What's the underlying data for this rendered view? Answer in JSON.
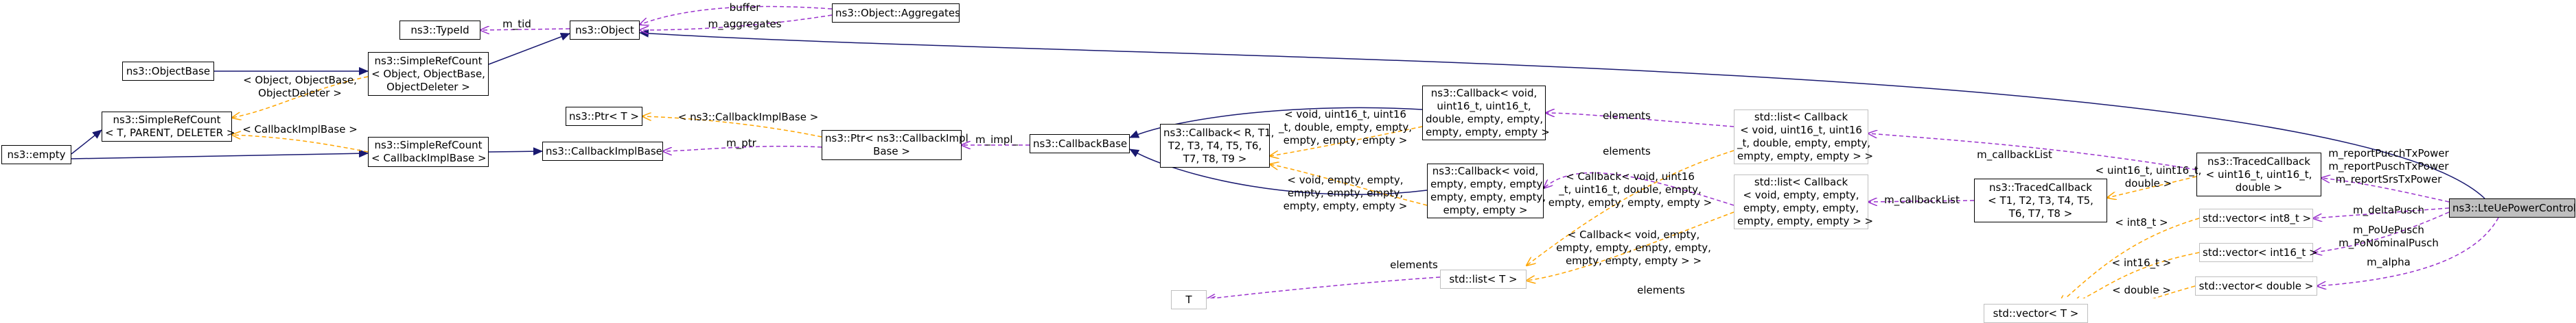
{
  "colors": {
    "inheritance": "#191970",
    "usage": "#9a32cd",
    "template": "#ffa500",
    "node_border": "#000000",
    "node_border_external": "#bfbfbf",
    "focus_fill": "#bfbfbf"
  },
  "nodes": {
    "TypeId": [
      "ns3::TypeId"
    ],
    "Object": [
      "ns3::Object"
    ],
    "Aggregates": [
      "ns3::Object::Aggregates"
    ],
    "ObjectBase": [
      "ns3::ObjectBase"
    ],
    "SRC_Object": [
      "ns3::SimpleRefCount",
      "< Object, ObjectBase,",
      "ObjectDeleter >"
    ],
    "empty": [
      "ns3::empty"
    ],
    "SRC_T": [
      "ns3::SimpleRefCount",
      "< T, PARENT, DELETER >"
    ],
    "SRC_CBImpl": [
      "ns3::SimpleRefCount",
      "< CallbackImplBase >"
    ],
    "CBImplBase": [
      "ns3::CallbackImplBase"
    ],
    "PtrT": [
      "ns3::Ptr< T >"
    ],
    "PtrCBImpl": [
      "ns3::Ptr< ns3::CallbackImpl",
      "Base >"
    ],
    "CallbackBase": [
      "ns3::CallbackBase"
    ],
    "CallbackTemplate": [
      "ns3::Callback< R, T1,",
      "T2, T3, T4, T5, T6,",
      "T7, T8, T9 >"
    ],
    "CB_double": [
      "ns3::Callback< void,",
      "uint16_t, uint16_t,",
      "double, empty, empty,",
      "empty, empty, empty >"
    ],
    "CB_void": [
      "ns3::Callback< void,",
      "empty, empty, empty,",
      "empty, empty, empty,",
      "empty, empty >"
    ],
    "T": [
      "T"
    ],
    "StdListT": [
      "std::list< T >"
    ],
    "ListCB_double": [
      "std::list< Callback",
      "< void, uint16_t, uint16",
      "_t, double, empty, empty,",
      "empty, empty, empty > >"
    ],
    "ListCB_void": [
      "std::list< Callback",
      "< void, empty, empty,",
      "empty, empty, empty,",
      "empty, empty, empty > >"
    ],
    "TracedCBTemplate": [
      "ns3::TracedCallback",
      "< T1, T2, T3, T4, T5,",
      "T6, T7, T8 >"
    ],
    "TracedCB": [
      "ns3::TracedCallback",
      "< uint16_t, uint16_t,",
      "double >"
    ],
    "StdVectorT": [
      "std::vector< T >"
    ],
    "VecInt8": [
      "std::vector< int8_t >"
    ],
    "VecInt16": [
      "std::vector< int16_t >"
    ],
    "VecDouble": [
      "std::vector< double >"
    ],
    "LtePower": [
      "ns3::LteUePowerControl"
    ]
  },
  "edge_labels": {
    "m_tid": [
      "m_tid"
    ],
    "buffer": [
      "buffer"
    ],
    "m_aggregates": [
      "m_aggregates"
    ],
    "tmpl_object": [
      "< Object, ObjectBase,",
      "ObjectDeleter >"
    ],
    "tmpl_cbimplbase": [
      "< CallbackImplBase >"
    ],
    "tmpl_ptr": [
      "< ns3::CallbackImplBase >"
    ],
    "m_ptr": [
      "m_ptr"
    ],
    "m_impl": [
      "m_impl_"
    ],
    "tmpl_cb_double": [
      "< void, uint16_t, uint16",
      "_t, double, empty, empty,",
      "empty, empty, empty >"
    ],
    "tmpl_cb_void": [
      "< void, empty, empty,",
      "empty, empty, empty,",
      "empty, empty, empty >"
    ],
    "elements_top": [
      "elements"
    ],
    "elements_mid": [
      "elements"
    ],
    "tmpl_list_double": [
      "< Callback< void, uint16",
      "_t, uint16_t, double, empty,",
      "empty, empty, empty, empty >"
    ],
    "tmpl_list_void": [
      "< Callback< void, empty,",
      "empty, empty, empty, empty,",
      "empty, empty, empty > >"
    ],
    "elements_T_list": [
      "elements"
    ],
    "elements_T_vec": [
      "elements"
    ],
    "m_callbackList_1": [
      "m_callbackList"
    ],
    "m_callbackList_2": [
      "m_callbackList"
    ],
    "tmpl_traced": [
      "< uint16_t, uint16_t,",
      "double >"
    ],
    "m_reports": [
      "m_reportPucchTxPower",
      "m_reportPuschTxPower",
      "m_reportSrsTxPower"
    ],
    "m_deltaPusch": [
      "m_deltaPusch"
    ],
    "m_po": [
      "m_PoUePusch",
      "m_PoNominalPusch"
    ],
    "m_alpha": [
      "m_alpha"
    ],
    "tmpl_int8": [
      "< int8_t >"
    ],
    "tmpl_int16": [
      "< int16_t >"
    ],
    "tmpl_double": [
      "< double >"
    ]
  }
}
